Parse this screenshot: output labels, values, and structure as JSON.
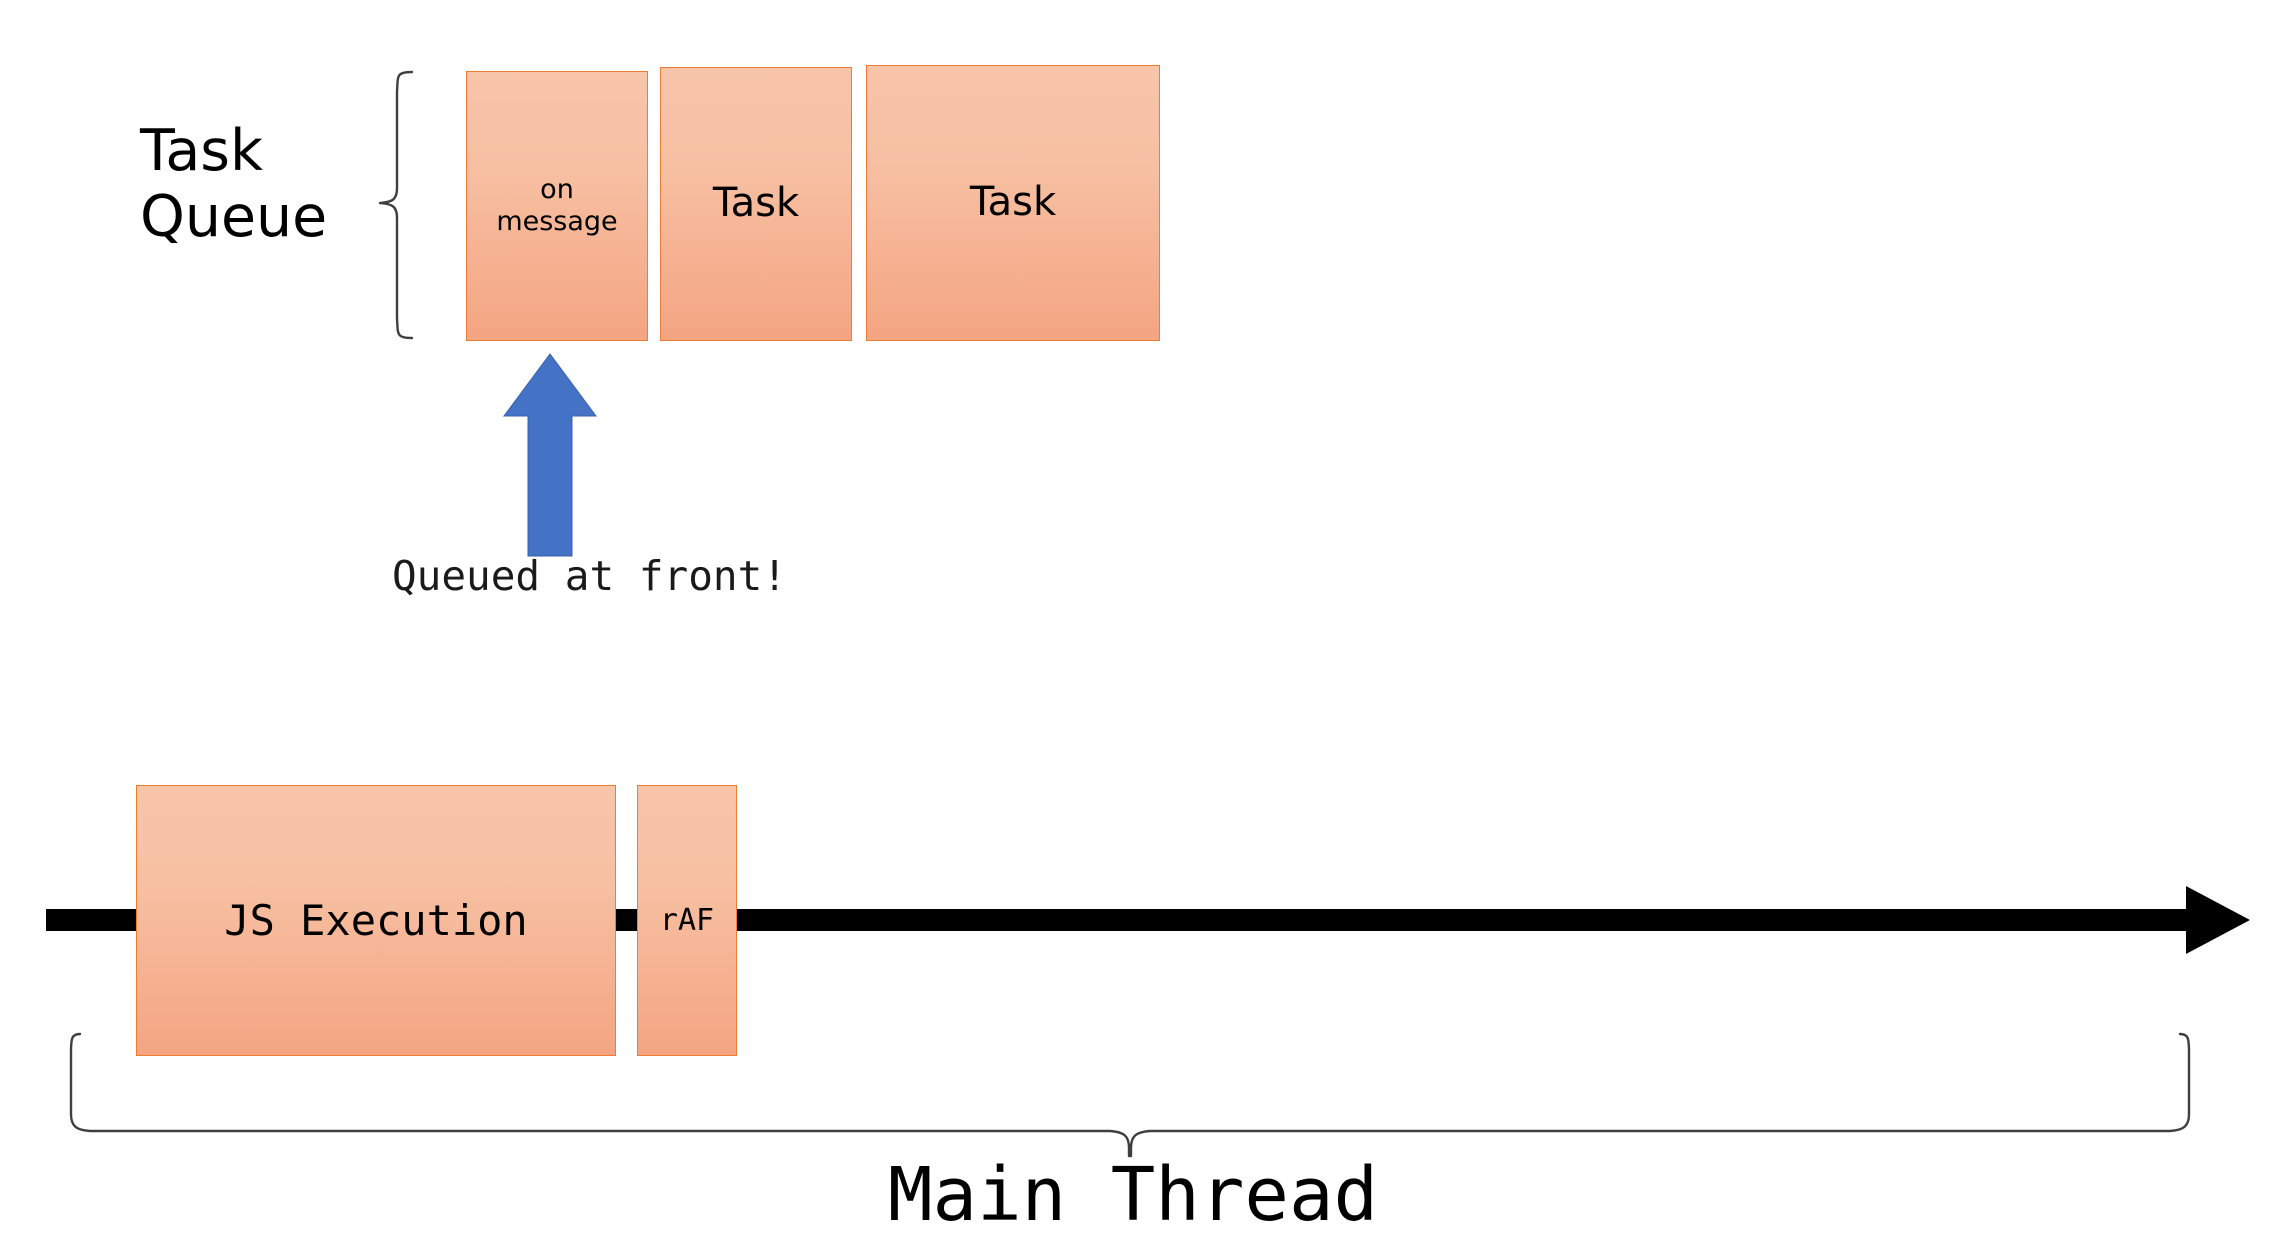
{
  "diagram": {
    "title_unrendered": "",
    "background_color": "#FFFFFF",
    "accent_box_color": "#F4A582",
    "accent_box_border": "#ED7D31",
    "arrow_color": "#4472C4",
    "timeline_color": "#000000"
  },
  "task_queue": {
    "label": "Task\nQueue",
    "brace_name": "queue-brace",
    "items": [
      {
        "label": "on\nmessage",
        "kind": "highlighted-task"
      },
      {
        "label": "Task",
        "kind": "task"
      },
      {
        "label": "Task",
        "kind": "task"
      }
    ]
  },
  "annotation": {
    "arrow_icon": "up-arrow-icon",
    "caption": "Queued at front!"
  },
  "main_thread": {
    "label": "Main Thread",
    "timeline_icon": "right-arrow-icon",
    "brace_name": "main-thread-brace",
    "blocks": [
      {
        "label": "JS Execution"
      },
      {
        "label": "rAF"
      }
    ]
  }
}
